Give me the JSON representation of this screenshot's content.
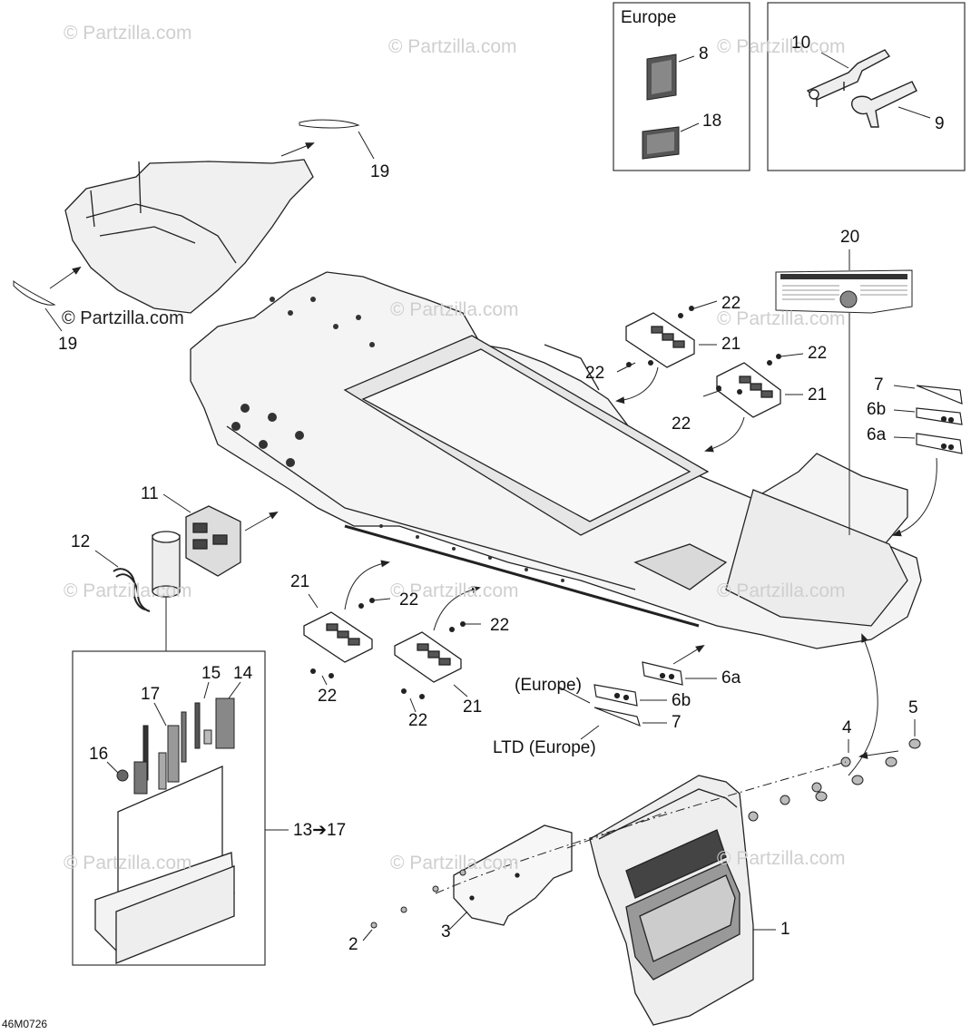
{
  "diagram": {
    "code": "46M0726",
    "watermark": "© Partzilla.com",
    "box_europe_title": "Europe",
    "callouts": {
      "c1": "1",
      "c2": "2",
      "c3": "3",
      "c4": "4",
      "c5": "5",
      "c6a_right": "6a",
      "c6b_right": "6b",
      "c7_right": "7",
      "c6a_bottom": "6a",
      "c6b_bottom": "6b",
      "c7_bottom": "7",
      "c8": "8",
      "c9": "9",
      "c10": "10",
      "c11": "11",
      "c12": "12",
      "c13_17": "13➔17",
      "c14": "14",
      "c15": "15",
      "c16": "16",
      "c17": "17",
      "c18": "18",
      "c19_top": "19",
      "c19_left": "19",
      "c20": "20",
      "c21_a": "21",
      "c21_b": "21",
      "c21_c": "21",
      "c21_d": "21",
      "c22_a": "22",
      "c22_b": "22",
      "c22_c": "22",
      "c22_d": "22",
      "c22_e": "22",
      "c22_f": "22",
      "c22_g": "22",
      "c22_h": "22"
    },
    "notes": {
      "europe": "(Europe)",
      "ltd_europe": "LTD (Europe)"
    }
  }
}
